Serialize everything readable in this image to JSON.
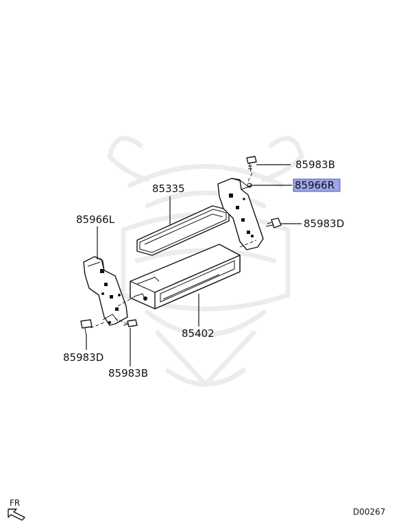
{
  "parts": {
    "p85983B_top": "85983B",
    "p85966R": "85966R",
    "p85983D_right": "85983D",
    "p85335": "85335",
    "p85966L": "85966L",
    "p85402": "85402",
    "p85983D_left": "85983D",
    "p85983B_bottom": "85983B"
  },
  "highlight_color": "#9aa6e6",
  "orientation_label": "FR",
  "diagram_code": "D00267"
}
